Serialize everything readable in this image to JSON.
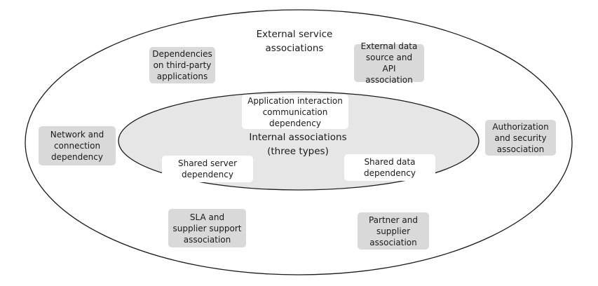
{
  "diagram": {
    "outer_title": "External service\nassociations",
    "inner_title": "Internal associations\n(three types)",
    "colors": {
      "outer_fill": "#ffffff",
      "inner_fill": "#e6e6e6",
      "stroke": "#1a1a1a",
      "box_grey": "#d9d9d9",
      "box_white": "#ffffff"
    },
    "external_items": [
      {
        "id": "third-party",
        "text": "Dependencies\non third-party\napplications"
      },
      {
        "id": "external-data",
        "text": "External data\nsource and API\nassociation"
      },
      {
        "id": "network",
        "text": "Network and\nconnection\ndependency"
      },
      {
        "id": "authorization",
        "text": "Authorization\nand security\nassociation"
      },
      {
        "id": "sla",
        "text": "SLA and\nsupplier support\nassociation"
      },
      {
        "id": "partner",
        "text": "Partner and\nsupplier\nassociation"
      }
    ],
    "internal_items": [
      {
        "id": "app-interaction",
        "text": "Application interaction\ncommunication\ndependency"
      },
      {
        "id": "shared-server",
        "text": "Shared server\ndependency"
      },
      {
        "id": "shared-data",
        "text": "Shared data\ndependency"
      }
    ]
  }
}
